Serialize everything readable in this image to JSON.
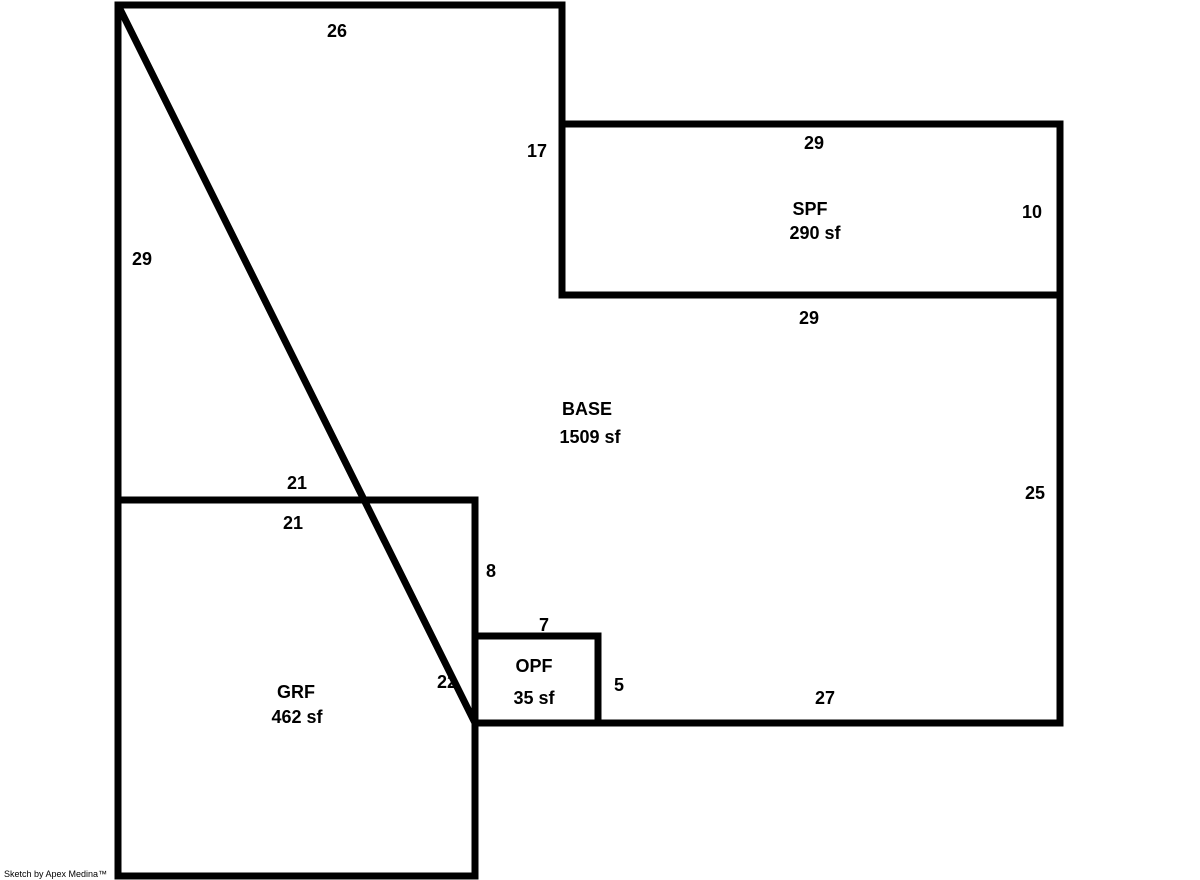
{
  "areas": {
    "base": {
      "name": "BASE",
      "size": "1509 sf"
    },
    "spf": {
      "name": "SPF",
      "size": "290 sf"
    },
    "grf": {
      "name": "GRF",
      "size": "462 sf"
    },
    "opf": {
      "name": "OPF",
      "size": "35 sf"
    }
  },
  "dimensions": {
    "base_top": "26",
    "base_left": "29",
    "base_notch": "17",
    "spf_top": "29",
    "spf_right": "10",
    "spf_bottom": "29",
    "base_right": "25",
    "base_bottom": "27",
    "grf_top_outer": "21",
    "grf_top_inner": "21",
    "base_step": "8",
    "grf_right": "22",
    "opf_top": "7",
    "opf_right": "5"
  },
  "footer": {
    "credit": "Sketch by Apex Medina™"
  }
}
